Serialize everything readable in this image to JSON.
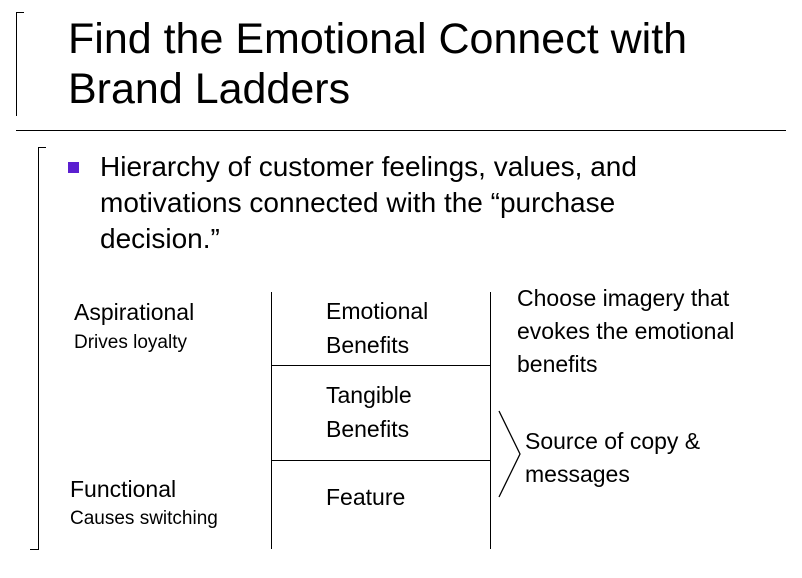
{
  "slide": {
    "title_lines": [
      "Find the Emotional Connect with",
      "Brand Ladders"
    ],
    "bullet_lines": [
      "Hierarchy of customer feelings, values, and",
      "motivations connected with the “purchase",
      "decision.”"
    ],
    "bullet_color": "#5b1fd0"
  },
  "ladder": {
    "left": {
      "aspirational": "Aspirational",
      "aspirational_sub": "Drives loyalty",
      "functional": "Functional",
      "functional_sub": "Causes switching"
    },
    "middle": {
      "emotional_lines": [
        "Emotional",
        "Benefits"
      ],
      "tangible_lines": [
        "Tangible",
        "Benefits"
      ],
      "feature": "Feature"
    },
    "right": {
      "imagery_lines": [
        "Choose imagery that",
        "evokes the emotional",
        "benefits"
      ],
      "copy_lines": [
        "Source of copy &",
        "messages"
      ]
    }
  }
}
